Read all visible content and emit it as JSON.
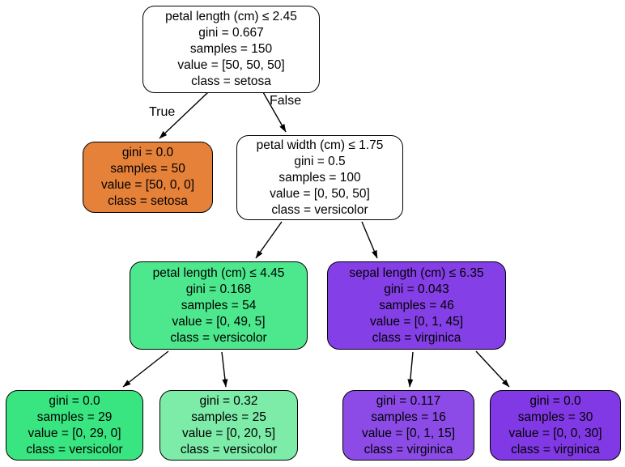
{
  "figure": {
    "type": "decision-tree",
    "background": "#ffffff",
    "text_color": "#000000",
    "edge_color": "#000000",
    "edge_labels": {
      "true_branch": "True",
      "false_branch": "False"
    }
  },
  "tree": {
    "nodes": [
      {
        "id": "root-petal-length-split",
        "fill": "#ffffff",
        "lines": [
          "petal length (cm) ≤ 2.45",
          "gini = 0.667",
          "samples = 150",
          "value = [50, 50, 50]",
          "class = setosa"
        ]
      },
      {
        "id": "setosa-leaf",
        "fill": "#e58139",
        "lines": [
          "gini = 0.0",
          "samples = 50",
          "value = [50, 0, 0]",
          "class = setosa"
        ]
      },
      {
        "id": "petal-width-split",
        "fill": "#ffffff",
        "lines": [
          "petal width (cm) ≤ 1.75",
          "gini = 0.5",
          "samples = 100",
          "value = [0, 50, 50]",
          "class = versicolor"
        ]
      },
      {
        "id": "petal-length-split",
        "fill": "#4de88e",
        "lines": [
          "petal length (cm) ≤ 4.45",
          "gini = 0.168",
          "samples = 54",
          "value = [0, 49, 5]",
          "class = versicolor"
        ]
      },
      {
        "id": "sepal-length-split",
        "fill": "#853fe6",
        "lines": [
          "sepal length (cm) ≤ 6.35",
          "gini = 0.043",
          "samples = 46",
          "value = [0, 1, 45]",
          "class = virginica"
        ]
      },
      {
        "id": "versicolor-pure-leaf",
        "fill": "#39e581",
        "lines": [
          "gini = 0.0",
          "samples = 29",
          "value = [0, 29, 0]",
          "class = versicolor"
        ]
      },
      {
        "id": "versicolor-mixed-leaf",
        "fill": "#7deca9",
        "lines": [
          "gini = 0.32",
          "samples = 25",
          "value = [0, 20, 5]",
          "class = versicolor"
        ]
      },
      {
        "id": "virginica-mixed-leaf",
        "fill": "#8c4be7",
        "lines": [
          "gini = 0.117",
          "samples = 16",
          "value = [0, 1, 15]",
          "class = virginica"
        ]
      },
      {
        "id": "virginica-pure-leaf",
        "fill": "#8139e5",
        "lines": [
          "gini = 0.0",
          "samples = 30",
          "value = [0, 0, 30]",
          "class = virginica"
        ]
      }
    ]
  }
}
